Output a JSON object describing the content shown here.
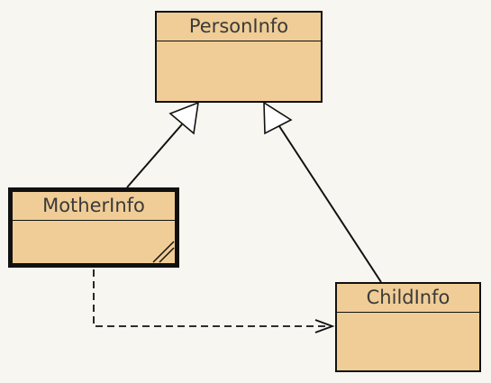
{
  "diagram": {
    "classes": [
      {
        "id": "person",
        "name": "PersonInfo"
      },
      {
        "id": "mother",
        "name": "MotherInfo"
      },
      {
        "id": "child",
        "name": "ChildInfo"
      }
    ],
    "relations": [
      {
        "type": "generalization",
        "from": "MotherInfo",
        "to": "PersonInfo"
      },
      {
        "type": "generalization",
        "from": "ChildInfo",
        "to": "PersonInfo"
      },
      {
        "type": "dependency",
        "from": "MotherInfo",
        "to": "ChildInfo"
      }
    ],
    "colors": {
      "class_fill": "#f0cd96",
      "stroke": "#111111",
      "background": "#f8f6f1"
    }
  }
}
